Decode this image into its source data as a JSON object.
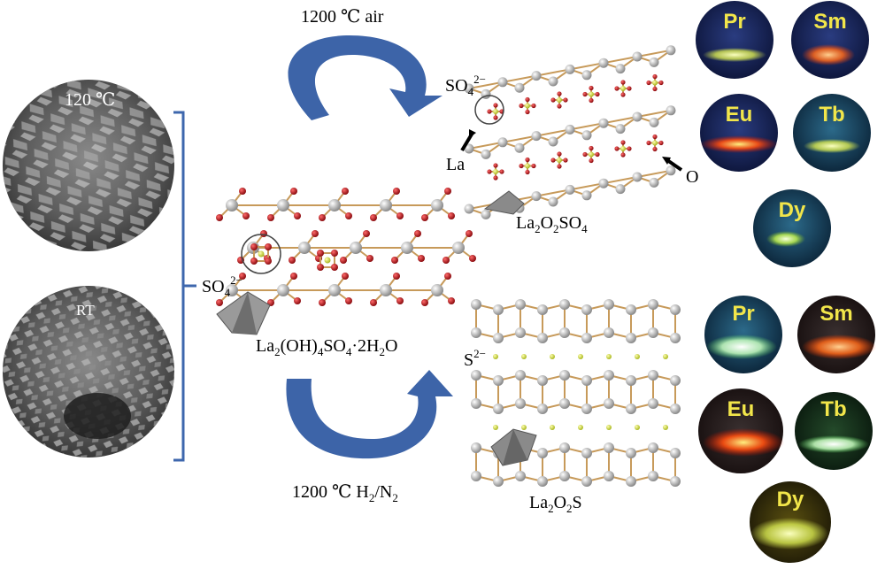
{
  "sem_top_label": "120 ℃",
  "sem_bottom_label": "RT",
  "precursor": {
    "main": "La",
    "sub1": "2",
    "mid1": "(OH)",
    "sub2": "4",
    "mid2": "SO",
    "sub3": "4",
    "mid3": "·2H",
    "sub4": "2",
    "end": "O"
  },
  "so4_left": {
    "base": "SO",
    "sub": "4",
    "sup": "2−"
  },
  "so4_right": {
    "base": "SO",
    "sub": "4",
    "sup": "2−"
  },
  "arrow_top_label": "1200 ℃ air",
  "arrow_bottom_label": {
    "base": "1200 ℃ H",
    "sub1": "2",
    "mid": "/N",
    "sub2": "2"
  },
  "la_label": "La",
  "o_label": "O",
  "s_label": {
    "base": "S",
    "sup": "2−"
  },
  "oxysulfate": {
    "a": "La",
    "s1": "2",
    "b": "O",
    "s2": "2",
    "c": "SO",
    "s3": "4"
  },
  "oxysulfide": {
    "a": "La",
    "s1": "2",
    "b": "O",
    "s2": "2",
    "c": "S"
  },
  "ions_top": [
    "Pr",
    "Sm",
    "Eu",
    "Tb",
    "Dy"
  ],
  "ions_bottom": [
    "Pr",
    "Sm",
    "Eu",
    "Tb",
    "Dy"
  ],
  "colors": {
    "arrow": "#3d64a8",
    "bracket": "#3e67ad",
    "label_yellow": "#f2e64a",
    "oxygen": "#b0191e",
    "lanthanum": "#c8c8c8",
    "sulfur": "#d8e23a"
  }
}
